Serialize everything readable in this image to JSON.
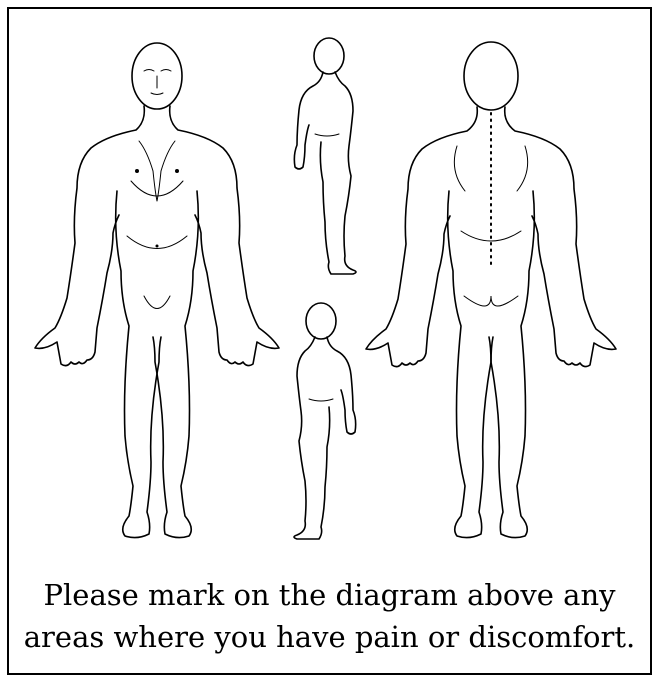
{
  "caption": {
    "line1": "Please mark on the diagram above any",
    "line2": "areas where you have pain or discomfort."
  },
  "figures": [
    {
      "view": "front"
    },
    {
      "view": "side-right"
    },
    {
      "view": "side-left"
    },
    {
      "view": "back"
    }
  ]
}
